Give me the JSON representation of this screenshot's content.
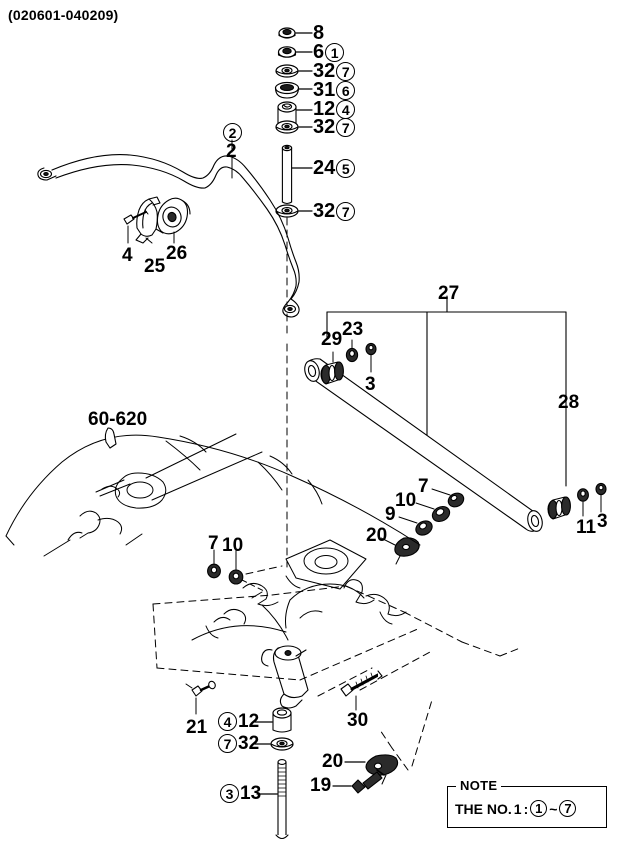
{
  "header": {
    "date_range": "(020601-040209)"
  },
  "diagram": {
    "title_hidden": "Rear suspension stabilizer and lateral arm exploded view",
    "reference_callout": "60-620"
  },
  "note": {
    "title": "NOTE",
    "text_prefix": "THE NO.",
    "text_number": "1",
    "colon": ":",
    "from_circle": "1",
    "tilde": "~",
    "to_circle": "7"
  },
  "callouts": {
    "stack_top": [
      {
        "id": "c8",
        "number": "8",
        "circle": null,
        "order": "num-only"
      },
      {
        "id": "c6",
        "number": "6",
        "circle": "1",
        "order": "num-then-circle"
      },
      {
        "id": "c32a",
        "number": "32",
        "circle": "7",
        "order": "num-then-circle"
      },
      {
        "id": "c31",
        "number": "31",
        "circle": "6",
        "order": "num-then-circle"
      },
      {
        "id": "c12a",
        "number": "12",
        "circle": "4",
        "order": "num-then-circle"
      },
      {
        "id": "c32b",
        "number": "32",
        "circle": "7",
        "order": "num-then-circle"
      },
      {
        "id": "c24",
        "number": "24",
        "circle": "5",
        "order": "num-then-circle"
      },
      {
        "id": "c32c",
        "number": "32",
        "circle": "7",
        "order": "num-then-circle"
      }
    ],
    "stabilizer": [
      {
        "id": "s2circ",
        "number": "2",
        "circle": "2",
        "order": "circle-only"
      },
      {
        "id": "s2",
        "number": "2",
        "circle": null,
        "order": "num-only"
      },
      {
        "id": "s4",
        "number": "4",
        "circle": null,
        "order": "num-only"
      },
      {
        "id": "s25",
        "number": "25",
        "circle": null,
        "order": "num-only"
      },
      {
        "id": "s26",
        "number": "26",
        "circle": null,
        "order": "num-only"
      }
    ],
    "lateral_arm": [
      {
        "id": "a27",
        "number": "27",
        "circle": null,
        "order": "num-only"
      },
      {
        "id": "a29",
        "number": "29",
        "circle": null,
        "order": "num-only"
      },
      {
        "id": "a23",
        "number": "23",
        "circle": null,
        "order": "num-only"
      },
      {
        "id": "a3a",
        "number": "3",
        "circle": null,
        "order": "num-only"
      },
      {
        "id": "a28",
        "number": "28",
        "circle": null,
        "order": "num-only"
      },
      {
        "id": "a11",
        "number": "11",
        "circle": null,
        "order": "num-only"
      },
      {
        "id": "a3b",
        "number": "3",
        "circle": null,
        "order": "num-only"
      }
    ],
    "hardware_mid": [
      {
        "id": "h7",
        "number": "7",
        "circle": null,
        "order": "num-only"
      },
      {
        "id": "h10",
        "number": "10",
        "circle": null,
        "order": "num-only"
      },
      {
        "id": "h9",
        "number": "9",
        "circle": null,
        "order": "num-only"
      },
      {
        "id": "h20",
        "number": "20",
        "circle": null,
        "order": "num-only"
      }
    ],
    "body_panel": [
      {
        "id": "b7",
        "number": "7",
        "circle": null,
        "order": "num-only"
      },
      {
        "id": "b10",
        "number": "10",
        "circle": null,
        "order": "num-only"
      }
    ],
    "bottom": [
      {
        "id": "t21",
        "number": "21",
        "circle": null,
        "order": "num-only"
      },
      {
        "id": "t12",
        "number": "12",
        "circle": "4",
        "order": "circle-then-num"
      },
      {
        "id": "t32",
        "number": "32",
        "circle": "7",
        "order": "circle-then-num"
      },
      {
        "id": "t13",
        "number": "13",
        "circle": "3",
        "order": "circle-then-num"
      },
      {
        "id": "t30",
        "number": "30",
        "circle": null,
        "order": "num-only"
      },
      {
        "id": "t20",
        "number": "20",
        "circle": null,
        "order": "num-only"
      },
      {
        "id": "t19",
        "number": "19",
        "circle": null,
        "order": "num-only"
      }
    ]
  }
}
